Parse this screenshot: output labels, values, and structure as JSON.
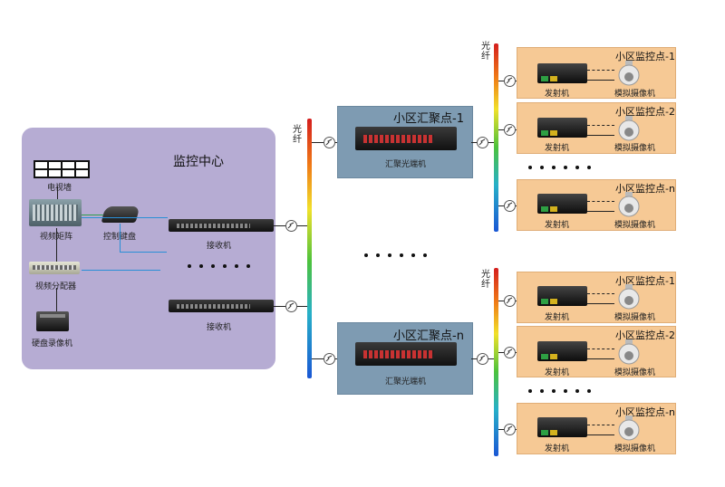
{
  "center": {
    "title": "监控中心",
    "tv_wall": "电视墙",
    "matrix": "视频矩阵",
    "keyboard": "控制键盘",
    "splitter": "视频分配器",
    "recorder": "硬盘录像机",
    "receiver": "接收机"
  },
  "fiber_label": "光纤",
  "hub_device": "汇聚光端机",
  "hubs": [
    "小区汇聚点-1",
    "小区汇聚点-n"
  ],
  "transmitter": "发射机",
  "camera": "模拟摄像机",
  "sites": [
    "小区监控点-1",
    "小区监控点-2",
    "小区监控点-n"
  ],
  "colors": {
    "center_bg": "#b6acd3",
    "hub_bg": "#7e9bb2",
    "site_bg": "#f6c995",
    "connector_line": "#2a8fd6"
  }
}
